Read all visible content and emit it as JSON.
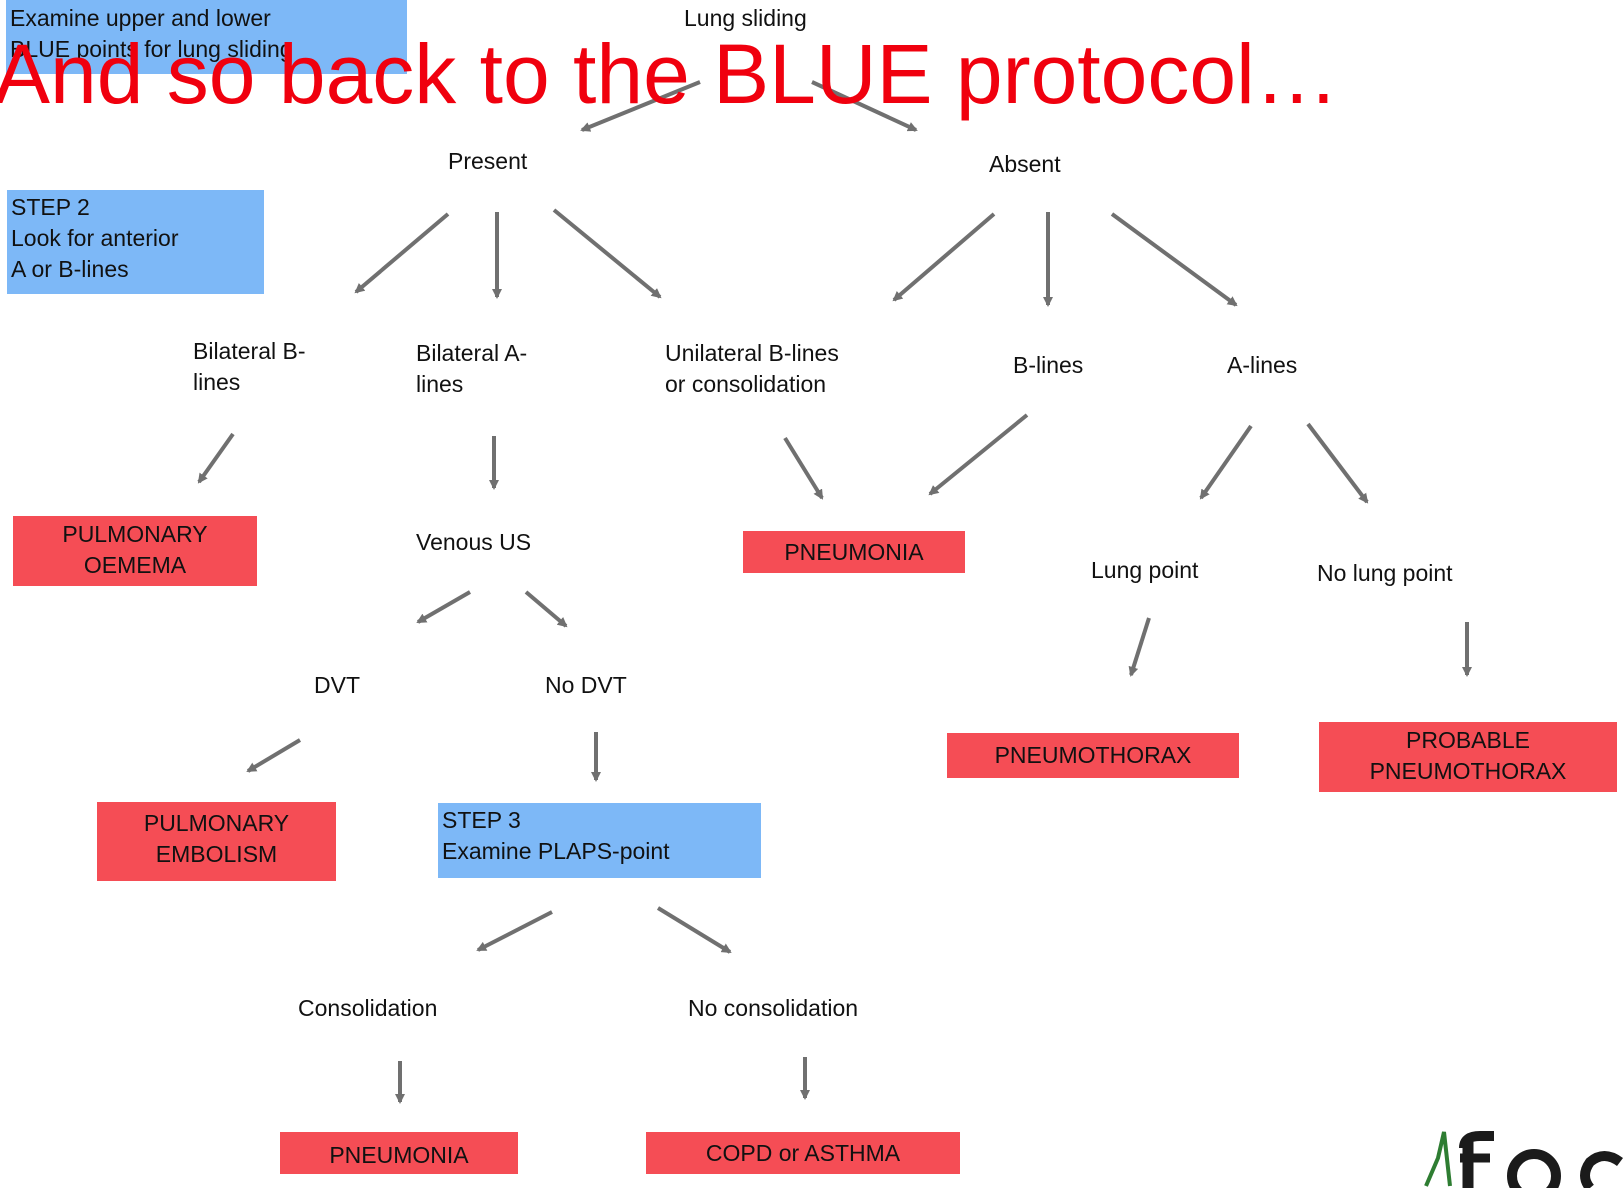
{
  "title": "And so back to the BLUE protocol…",
  "steps": {
    "step1": [
      "Examine upper and lower",
      "BLUE points for lung sliding"
    ],
    "step2": [
      "STEP 2",
      "Look for anterior",
      "A or B-lines"
    ],
    "step3": [
      "STEP 3",
      "Examine PLAPS-point"
    ]
  },
  "labels": {
    "lung_sliding": "Lung sliding",
    "present": "Present",
    "absent": "Absent",
    "bilateral_b": [
      "Bilateral B-",
      "lines"
    ],
    "bilateral_a": [
      "Bilateral A-",
      "lines"
    ],
    "unilateral_b": [
      "Unilateral B-lines",
      "or consolidation"
    ],
    "b_lines": "B-lines",
    "a_lines": "A-lines",
    "venous_us": "Venous US",
    "dvt": "DVT",
    "no_dvt": "No DVT",
    "lung_point": "Lung point",
    "no_lung_point": "No lung point",
    "consolidation": "Consolidation",
    "no_consolidation": "No consolidation"
  },
  "outcomes": {
    "pulmonary_oedema": [
      "PULMONARY",
      "OEMEMA"
    ],
    "pneumonia_upper": "PNEUMONIA",
    "pneumothorax": "PNEUMOTHORAX",
    "probable_pneumothorax": [
      "PROBABLE",
      "PNEUMOTHORAX"
    ],
    "pulmonary_embolism": [
      "PULMONARY",
      "EMBOLISM"
    ],
    "pneumonia_lower": "PNEUMONIA",
    "copd_asthma": "COPD or ASTHMA"
  },
  "colors": {
    "step_box": "#7db8f7",
    "outcome_box": "#f54d55",
    "title": "#f0000e",
    "arrow": "#707070",
    "logo_accent": "#2e7d32"
  },
  "icons": {
    "arrow": "gray-arrow",
    "logo": "partial-logo"
  }
}
